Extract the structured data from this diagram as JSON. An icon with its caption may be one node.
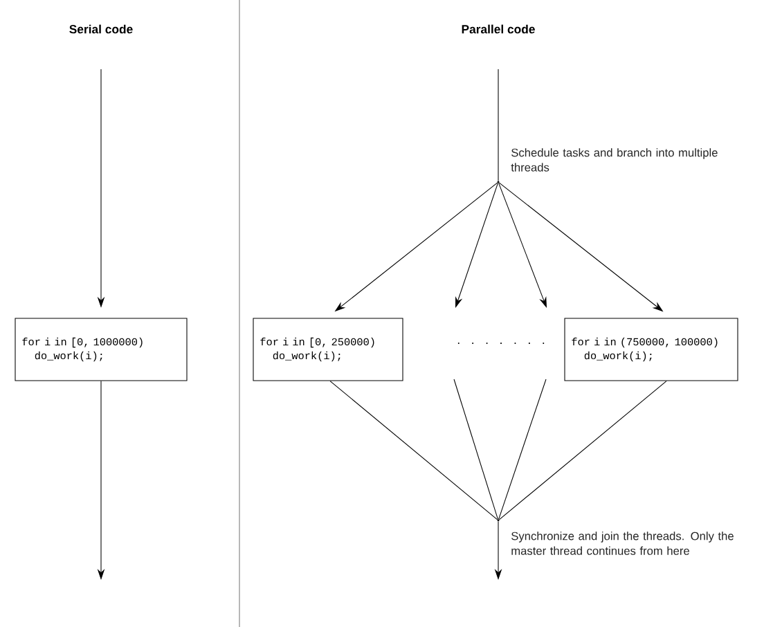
{
  "diagram": {
    "nodes": [
      {
        "text": [
          "for i in [0, 1000000)",
          "do_work(i);"
        ]
      },
      {
        "text": [],
        "shape": "point",
        "beside": [
          "Schedule tasks and branch into multiple threads"
        ]
      },
      {
        "text": [
          "for i in [0, 250000)",
          "do_work(i);"
        ]
      },
      {
        "text": [
          "for i in (750000, 100000)",
          "do_work(i);"
        ]
      },
      {
        "text": [],
        "shape": "point",
        "beside": [
          "Synchronize and join the threads. Only the master thread continues from here"
        ]
      }
    ],
    "edges": [
      {
        "from": null,
        "to": 0,
        "arrow": "to"
      },
      {
        "from": 0,
        "to": null,
        "arrow": "to"
      },
      {
        "from": null,
        "to": 1,
        "arrow": "none"
      },
      {
        "from": 1,
        "to": 2,
        "arrow": "to"
      },
      {
        "from": 1,
        "to": null,
        "arrow": "to"
      },
      {
        "from": 1,
        "to": null,
        "arrow": "to"
      },
      {
        "from": 1,
        "to": 3,
        "arrow": "to"
      },
      {
        "from": 2,
        "to": 4,
        "arrow": "none"
      },
      {
        "from": null,
        "to": 4,
        "arrow": "none"
      },
      {
        "from": null,
        "to": 4,
        "arrow": "none"
      },
      {
        "from": 3,
        "to": 4,
        "arrow": "none"
      },
      {
        "from": 4,
        "to": null,
        "arrow": "to"
      }
    ],
    "labels": [
      "Serial code",
      "Parallel code",
      ". . . . . . ."
    ]
  }
}
